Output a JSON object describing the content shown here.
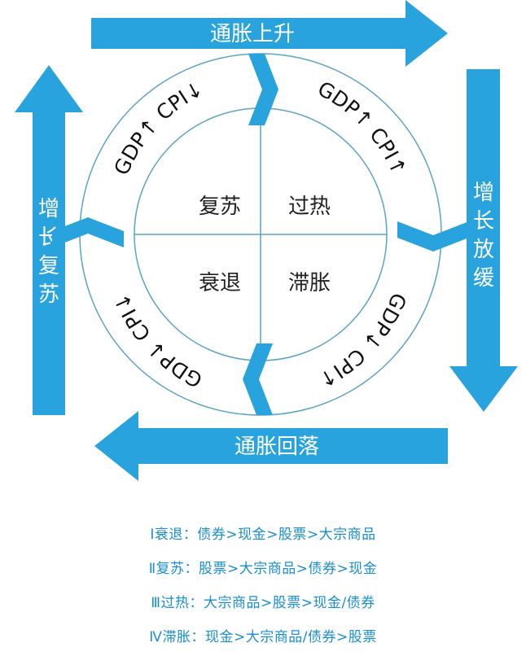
{
  "arrows": {
    "top": "通胀上升",
    "right": [
      "增",
      "长",
      "放",
      "缓"
    ],
    "bottom": "通胀回落",
    "left": [
      "增",
      "长",
      "复",
      "苏"
    ]
  },
  "ring": {
    "top_left": "GDP↑ CPI↓",
    "top_right": "GDP↑ CPI↑",
    "bottom_right": "GDP↓ CPI↑",
    "bottom_left": "GDP↓ CPI↓"
  },
  "quadrants": {
    "top_left": "复苏",
    "top_right": "过热",
    "bottom_left": "衰退",
    "bottom_right": "滞胀"
  },
  "legend": [
    "Ⅰ衰退：债券>现金>股票>大宗商品",
    "Ⅱ复苏：股票>大宗商品>债券>现金",
    "Ⅲ过热：大宗商品>股票>现金/债券",
    "Ⅳ滞胀：现金>大宗商品/债券>股票"
  ],
  "colors": {
    "arrow": "#29a3dd",
    "legend_text": "#1a8fd0",
    "ring_stroke": "#5aa3c8"
  }
}
